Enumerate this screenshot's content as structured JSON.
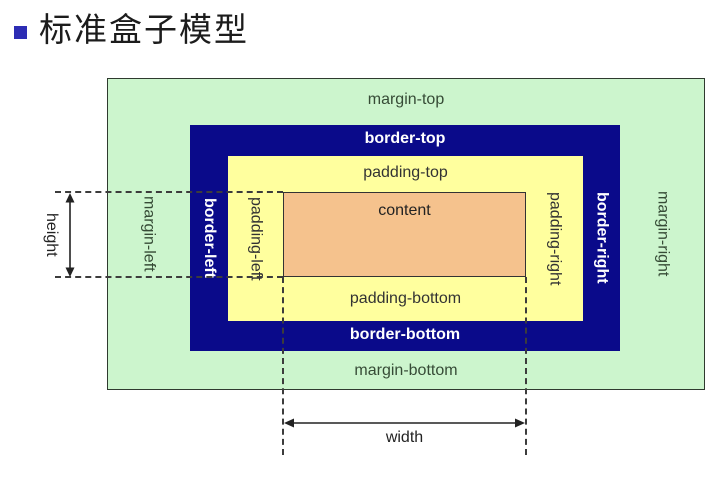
{
  "title": {
    "text": "标准盒子模型"
  },
  "diagram": {
    "labels": {
      "margin_top": "margin-top",
      "margin_bottom": "margin-bottom",
      "margin_left": "margin-left",
      "margin_right": "margin-right",
      "border_top": "border-top",
      "border_bottom": "border-bottom",
      "border_left": "border-left",
      "border_right": "border-right",
      "padding_top": "padding-top",
      "padding_bottom": "padding-bottom",
      "padding_left": "padding-left",
      "padding_right": "padding-right",
      "content": "content",
      "height": "height",
      "width": "width"
    },
    "colors": {
      "margin_fill": "#ccf5cd",
      "border_fill": "#0a0a8a",
      "padding_fill": "#ffff9e",
      "content_fill": "#f5c28d",
      "bullet": "#2d2db4",
      "border_label_text": "#ffffff",
      "label_text": "#364b36"
    }
  }
}
